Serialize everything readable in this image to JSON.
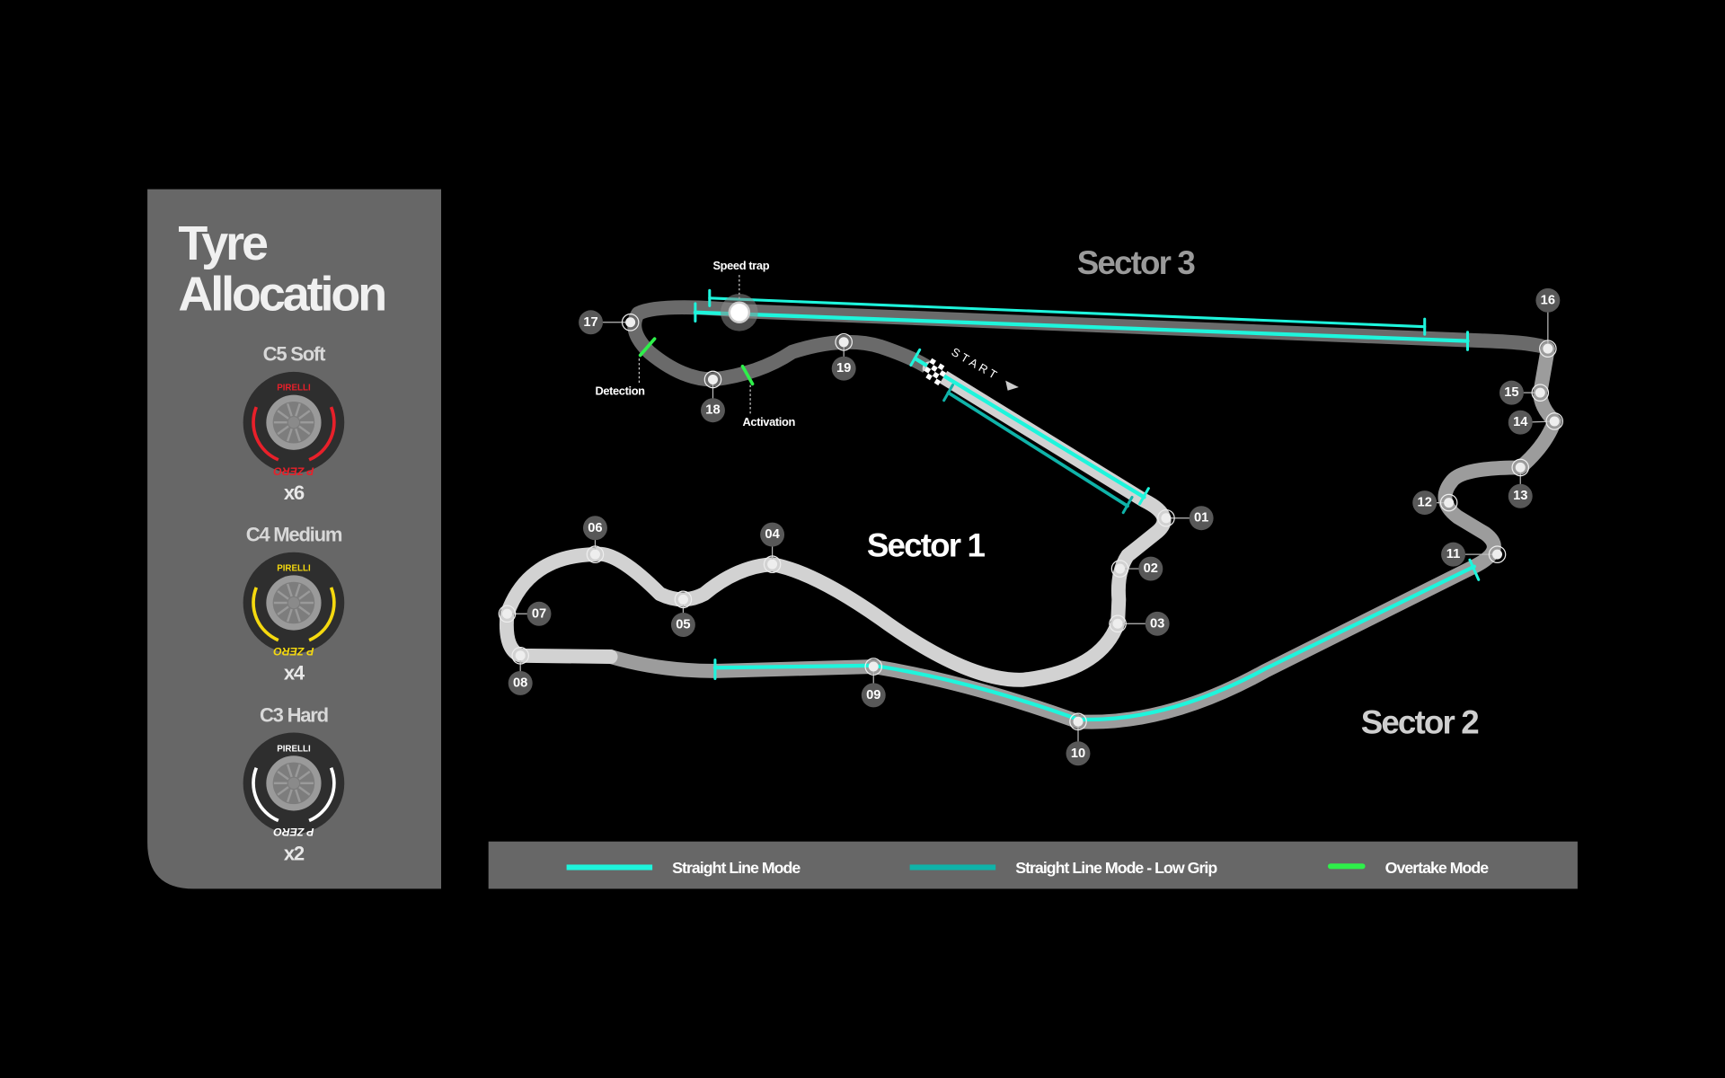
{
  "tyre_panel": {
    "title_line1": "Tyre",
    "title_line2": "Allocation",
    "tyres": [
      {
        "name": "C5 Soft",
        "count": "x6",
        "color": "#e8202a",
        "brand": "PIRELLI",
        "sidewall": "P ZERO"
      },
      {
        "name": "C4 Medium",
        "count": "x4",
        "color": "#f5d90f",
        "brand": "PIRELLI",
        "sidewall": "P ZERO"
      },
      {
        "name": "C3 Hard",
        "count": "x2",
        "color": "#ffffff",
        "brand": "PIRELLI",
        "sidewall": "P ZERO"
      }
    ]
  },
  "map": {
    "sectors": [
      {
        "label": "Sector 1",
        "color": "#ffffff"
      },
      {
        "label": "Sector 2",
        "color": "#cfcfcf"
      },
      {
        "label": "Sector 3",
        "color": "#9a9a9a"
      }
    ],
    "annotations": {
      "speed_trap": "Speed trap",
      "detection": "Detection",
      "activation": "Activation",
      "start": "START"
    },
    "corners": [
      "01",
      "02",
      "03",
      "04",
      "05",
      "06",
      "07",
      "08",
      "09",
      "10",
      "11",
      "12",
      "13",
      "14",
      "15",
      "16",
      "17",
      "18",
      "19"
    ]
  },
  "legend": {
    "items": [
      {
        "label": "Straight Line Mode",
        "color": "#1ef5dc"
      },
      {
        "label": "Straight Line Mode - Low Grip",
        "color": "#0fb3a9"
      },
      {
        "label": "Overtake Mode",
        "color": "#2ef04a"
      }
    ]
  }
}
